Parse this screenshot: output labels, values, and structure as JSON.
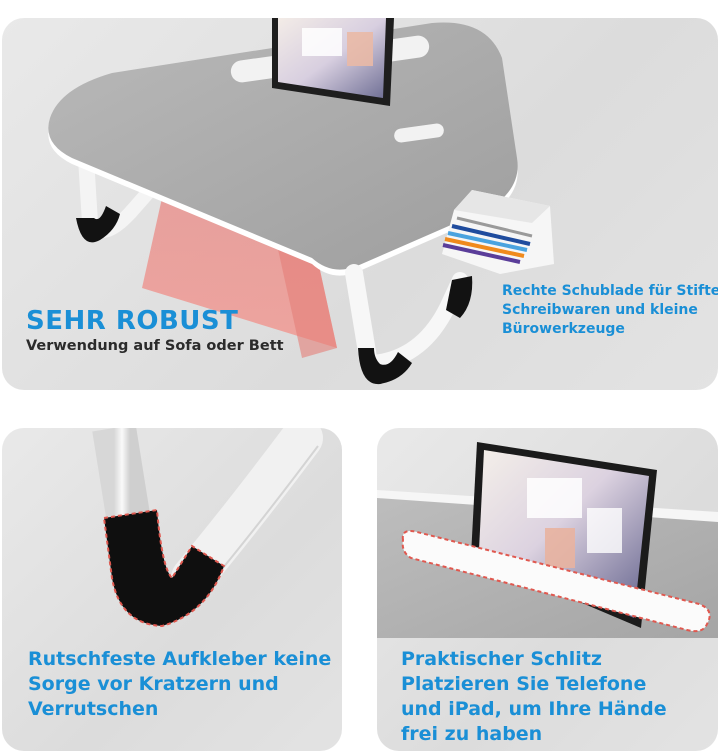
{
  "top_panel": {
    "headline": "SEHR ROBUST",
    "subline": "Verwendung auf Sofa oder Bett",
    "drawer_caption_lines": [
      "Rechte Schublade für Stifte,",
      "Schreibwaren und kleine",
      "Bürowerkzeuge"
    ]
  },
  "left_panel": {
    "caption_lines": [
      "Rutschfeste Aufkleber keine",
      "Sorge vor Kratzern und",
      "Verrutschen"
    ]
  },
  "right_panel": {
    "caption_lines": [
      "Praktischer Schlitz",
      "Platzieren Sie Telefone",
      "und iPad, um Ihre Hände",
      "frei zu haben"
    ]
  },
  "colors": {
    "accent_blue": "#1a8fd6",
    "panel_grey": "#e3e3e3",
    "table_top": "#a9a9a9",
    "foot_pad": "#111111",
    "highlight_red": "#d9534f"
  }
}
